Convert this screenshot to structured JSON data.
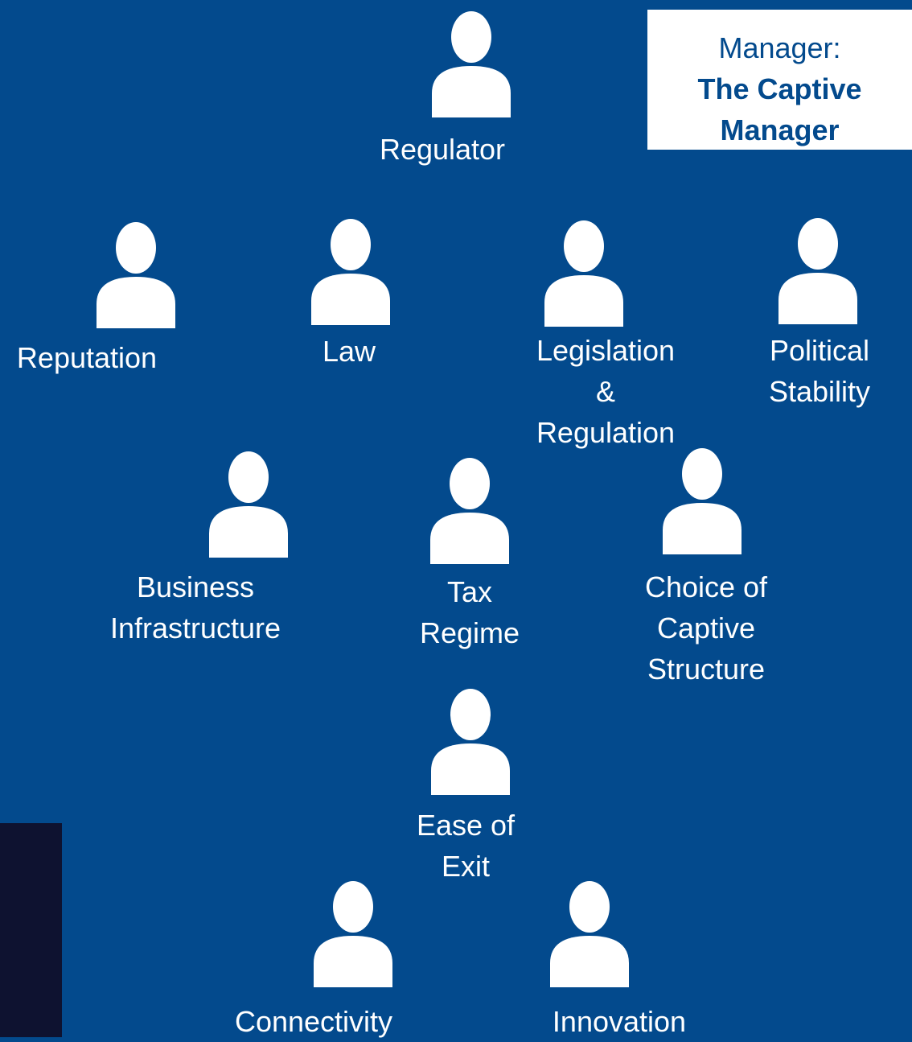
{
  "manager_box": {
    "line1": "Manager:",
    "line2": "The Captive\nManager"
  },
  "nodes": {
    "regulator": {
      "label": "Regulator",
      "icon": "person-icon"
    },
    "reputation": {
      "label": "Reputation",
      "icon": "person-icon"
    },
    "law": {
      "label": "Law",
      "icon": "person-icon"
    },
    "legislation": {
      "label": "Legislation\n&\nRegulation",
      "icon": "person-icon"
    },
    "political": {
      "label": "Political\nStability",
      "icon": "person-icon"
    },
    "business": {
      "label": "Business\nInfrastructure",
      "icon": "person-icon"
    },
    "tax": {
      "label": "Tax\nRegime",
      "icon": "person-icon"
    },
    "choice": {
      "label": "Choice of\nCaptive\nStructure",
      "icon": "person-icon"
    },
    "exit": {
      "label": "Ease of\nExit",
      "icon": "person-icon"
    },
    "connectivity": {
      "label": "Connectivity",
      "icon": "person-icon"
    },
    "innovation": {
      "label": "Innovation",
      "icon": "person-icon"
    }
  },
  "colors": {
    "background": "#034a8d",
    "icon": "#ffffff",
    "box": "#ffffff",
    "box_text": "#034a8d",
    "dark_panel": "#0e1230"
  }
}
